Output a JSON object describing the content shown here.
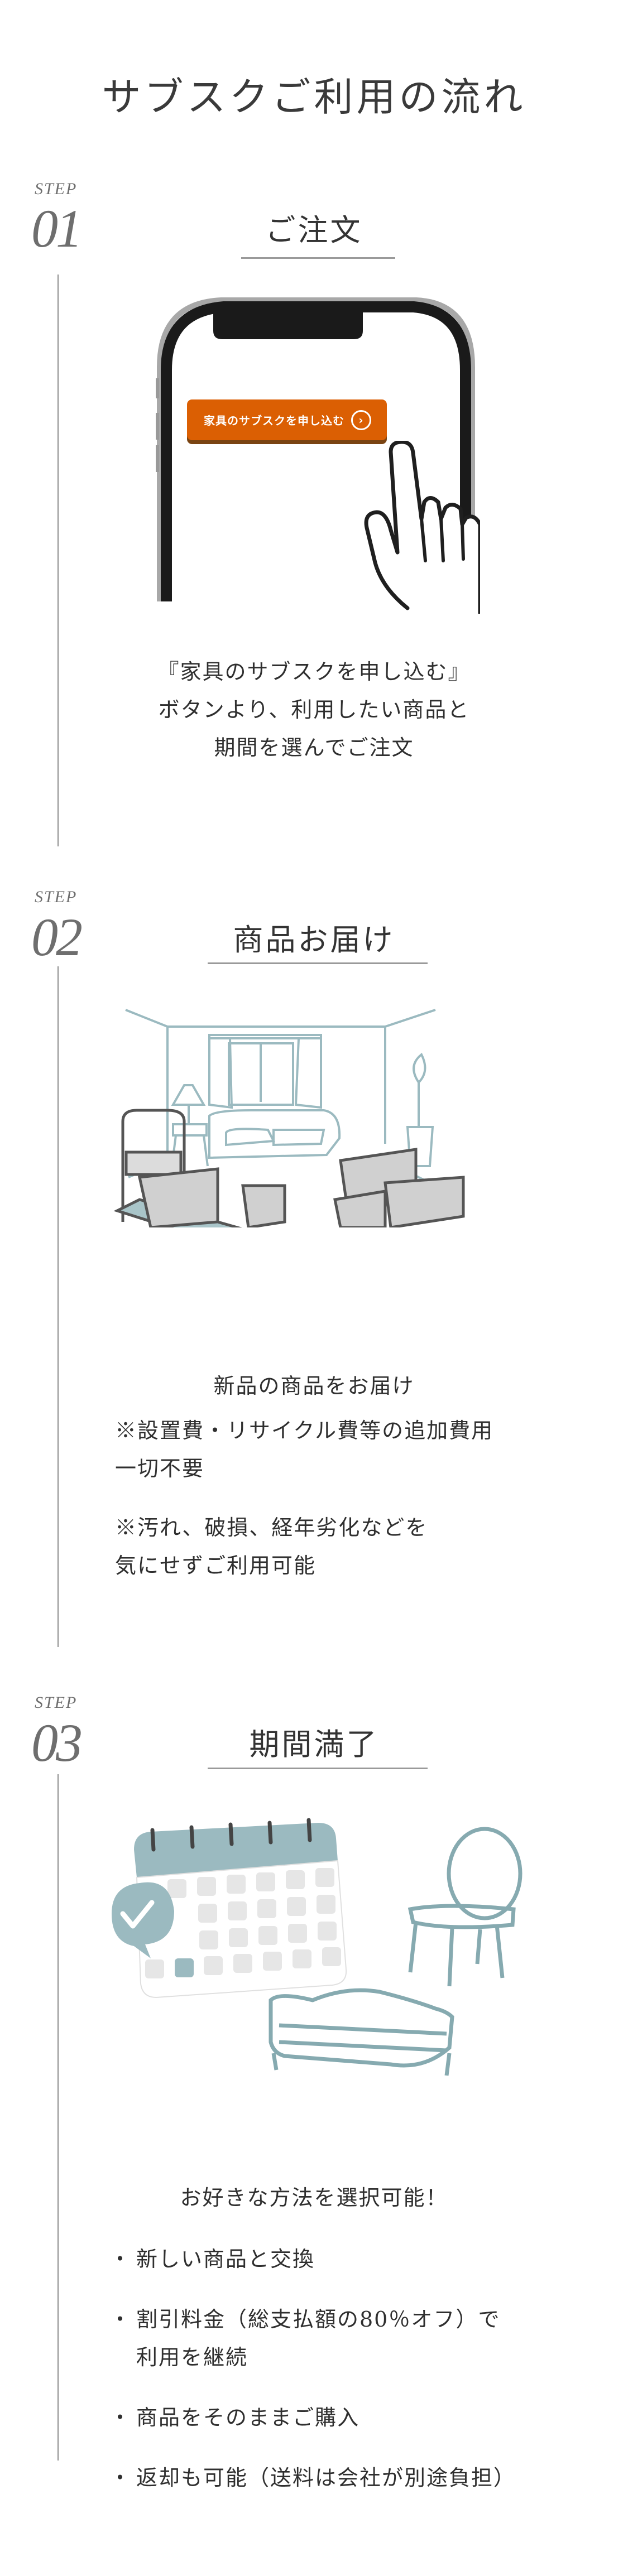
{
  "page": {
    "title": "サブスクご利用の流れ"
  },
  "colors": {
    "accent_orange": "#db5f03",
    "illustration_teal": "#9bbac0",
    "text_dark": "#333333",
    "step_gray": "#6e6e6e",
    "line_gray": "#9a9a9a"
  },
  "steps": [
    {
      "label": "STEP",
      "number": "01",
      "title": "ご注文",
      "illustration": "smartphone-with-hand-tap",
      "cta_button": {
        "label": "家具のサブスクを申し込む",
        "icon": "chevron-right-circle-icon"
      },
      "description_lines": [
        "『家具のサブスクを申し込む』",
        "ボタンより、利用したい商品と",
        "期間を選んでご注文"
      ]
    },
    {
      "label": "STEP",
      "number": "02",
      "title": "商品お届け",
      "illustration": "room-with-delivery-boxes-and-cart",
      "headline": "新品の商品をお届け",
      "notes": [
        [
          "※設置費・リサイクル費等の追加費用",
          "一切不要"
        ],
        [
          "※汚れ、破損、経年劣化などを",
          "気にせずご利用可能"
        ]
      ]
    },
    {
      "label": "STEP",
      "number": "03",
      "title": "期間満了",
      "illustration": "calendar-check-chair-sofa",
      "headline": "お好きな方法を選択可能！",
      "options": [
        [
          "新しい商品と交換"
        ],
        [
          "割引料金（総支払額の80％オフ）で",
          "利用を継続"
        ],
        [
          "商品をそのままご購入"
        ],
        [
          "返却も可能（送料は会社が別途負担）"
        ]
      ]
    }
  ]
}
